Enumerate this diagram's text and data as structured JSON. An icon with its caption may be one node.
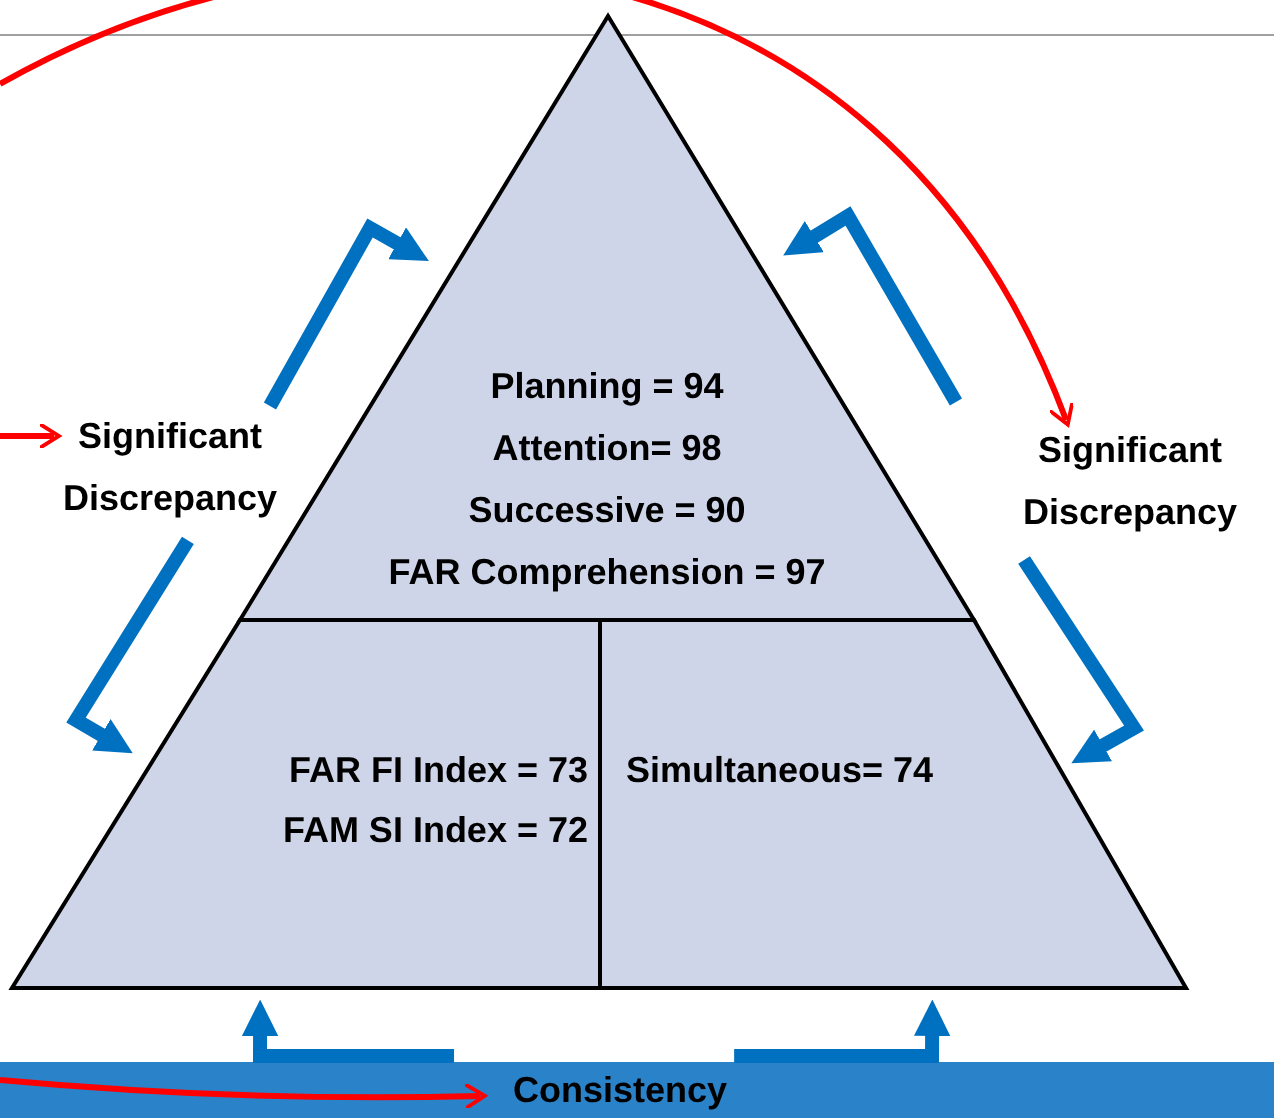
{
  "diagram": {
    "nodes": [
      {
        "text": [
          "Planning = 94",
          "Attention= 98",
          "Successive = 90",
          "FAR Comprehension = 97"
        ]
      },
      {
        "text": [
          "FAR FI Index = 73",
          "FAM SI Index = 72"
        ]
      },
      {
        "text": [
          "Simultaneous= 74"
        ]
      },
      {
        "text": [
          "Significant Discrepancy"
        ]
      },
      {
        "text": [
          "Significant Discrepancy"
        ]
      },
      {
        "text": [
          "Consistency"
        ]
      }
    ],
    "edges": [
      {
        "from": 3,
        "to": 0,
        "arrow": "to"
      },
      {
        "from": 3,
        "to": 1,
        "arrow": "to"
      },
      {
        "from": 4,
        "to": 0,
        "arrow": "to"
      },
      {
        "from": 4,
        "to": 2,
        "arrow": "to"
      },
      {
        "from": 5,
        "to": 1,
        "arrow": "to"
      },
      {
        "from": 5,
        "to": 2,
        "arrow": "to"
      },
      {
        "from": null,
        "to": 3,
        "arrow": "to",
        "color": "#ff0000"
      },
      {
        "from": null,
        "to": 4,
        "arrow": "to",
        "color": "#ff0000"
      },
      {
        "from": null,
        "to": 5,
        "arrow": "to",
        "color": "#ff0000"
      }
    ]
  }
}
